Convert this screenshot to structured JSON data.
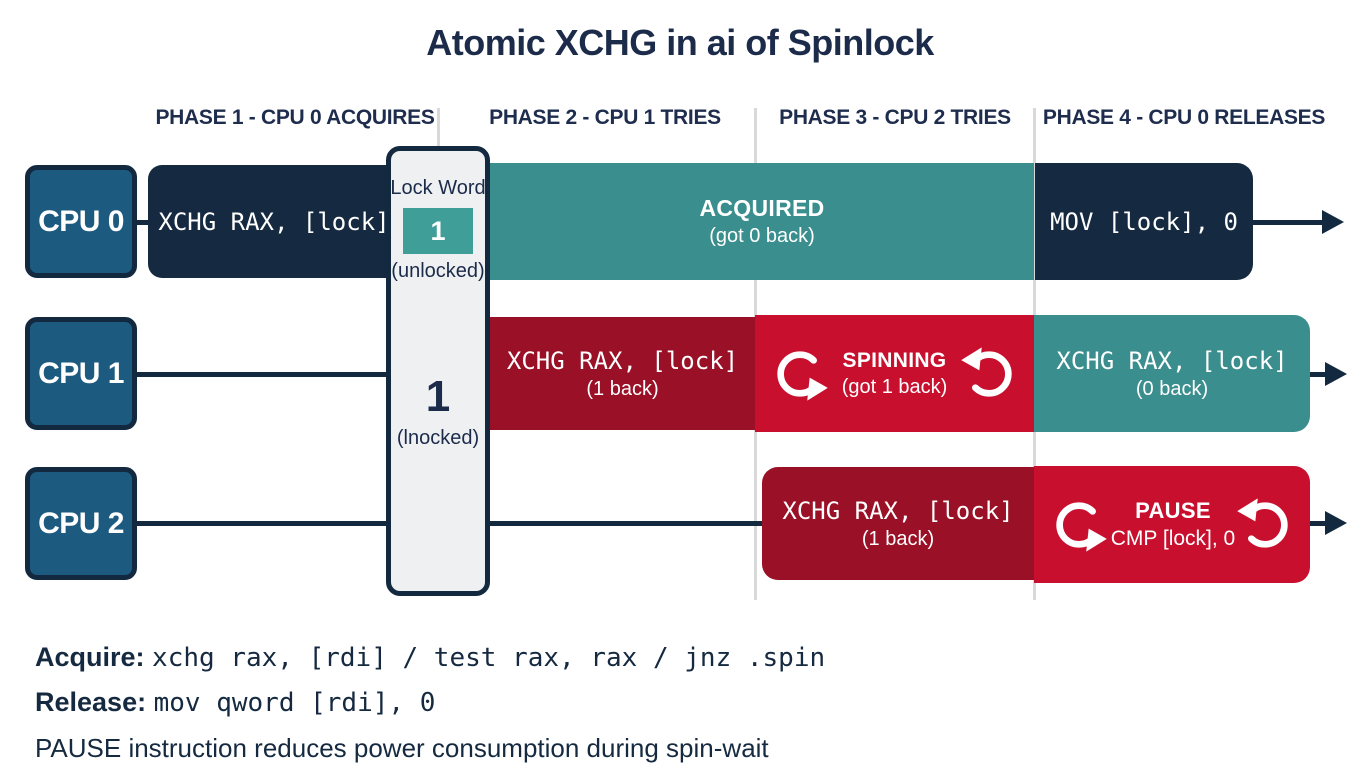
{
  "title": "Atomic XCHG in ai of Spinlock",
  "phases": [
    {
      "label": "PHASE 1 - CPU 0 ACQUIRES"
    },
    {
      "label": "PHASE 2 - CPU 1 TRIES"
    },
    {
      "label": "PHASE 3 - CPU 2 TRIES"
    },
    {
      "label": "PHASE 4 - CPU 0 RELEASES"
    }
  ],
  "cpus": [
    {
      "label": "CPU 0"
    },
    {
      "label": "CPU 1"
    },
    {
      "label": "CPU 2"
    }
  ],
  "lock_word": {
    "title": "Lock Word",
    "cell_value": "1",
    "cell_state": "(unlocked)",
    "mid_value": "1",
    "mid_state": "(lnocked)"
  },
  "bars": {
    "cpu0_acquire_code": "XCHG RAX, [lock]",
    "cpu0_acquired_label": "ACQUIRED",
    "cpu0_acquired_sub": "(got 0 back)",
    "cpu0_release_code": "MOV [lock], 0",
    "cpu1_try_code": "XCHG RAX, [lock]",
    "cpu1_try_sub": "(1 back)",
    "cpu1_spin_label": "SPINNING",
    "cpu1_spin_sub": "(got 1 back)",
    "cpu1_acquire_code": "XCHG RAX, [lock]",
    "cpu1_acquire_sub": "(0 back)",
    "cpu2_try_code": "XCHG RAX, [lock]",
    "cpu2_try_sub": "(1 back)",
    "cpu2_pause_label": "PAUSE",
    "cpu2_pause_sub": "CMP [lock], 0"
  },
  "notes": {
    "acquire_label": "Acquire:",
    "acquire_code": "xchg rax, [rdi] / test rax, rax / jnz .spin",
    "release_label": "Release:",
    "release_code": "mov qword [rdi], 0",
    "pause_note": "PAUSE instruction reduces power consumption during spin-wait"
  },
  "colors": {
    "navy_bar": "#152a40",
    "teal": "#3a8e8d",
    "dark_red": "#9a1026",
    "crimson": "#c8102e",
    "cpu_box_blue": "#1d5a80",
    "outline_navy": "#13293f",
    "text_navy": "#1c2b4a",
    "panel_bg": "#eef0f2",
    "divider_gray": "#d9d9d9",
    "lock_cell_teal": "#3f9e98"
  }
}
